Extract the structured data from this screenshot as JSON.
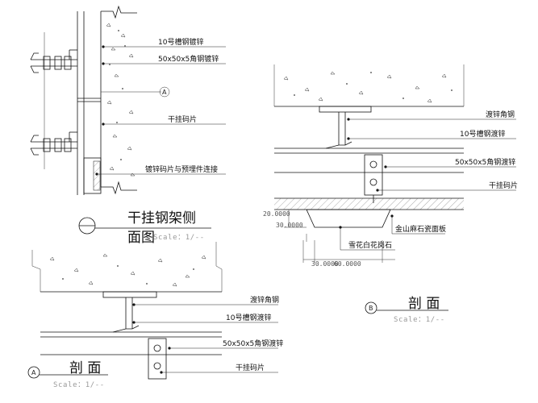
{
  "views": {
    "side": {
      "title_line1": "干挂钢架侧",
      "title_line2": "面图",
      "scale": "Scale：1/--",
      "labels": [
        "10号槽钢镀锌",
        "50x50x5角钢镀锌",
        "干挂码片",
        "镀锌码片与预埋件连接"
      ],
      "section_mark": "A"
    },
    "section_b": {
      "title": "剖 面",
      "scale": "Scale：1/--",
      "marker": "B",
      "labels": [
        "渡锌角钢",
        "10号槽钢渡锌",
        "50x50x5角钢渡锌",
        "干挂码片",
        "金山麻石瓷面板",
        "雪花白花岗石"
      ],
      "dims": [
        "20.0000",
        "30.0000",
        "30.0000",
        "60.0000"
      ]
    },
    "section_a": {
      "title": "剖 面",
      "scale": "Scale：1/--",
      "marker": "A",
      "labels": [
        "渡锌角钢",
        "10号槽钢渡锌",
        "50x50x5角钢渡锌",
        "干挂码片"
      ]
    }
  }
}
